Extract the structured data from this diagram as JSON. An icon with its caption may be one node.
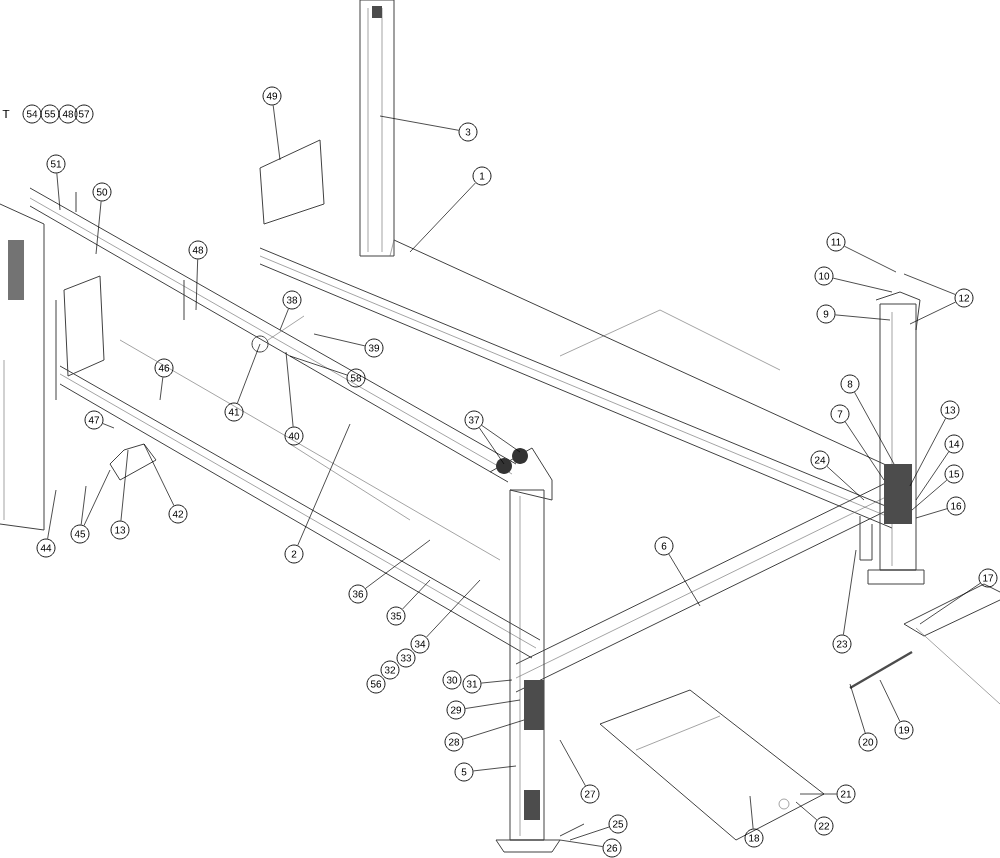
{
  "diagram": {
    "nodes": [
      {
        "text": [
          "49"
        ]
      },
      {
        "text": [
          "3"
        ]
      },
      {
        "text": [
          "51"
        ]
      },
      {
        "text": [
          "1"
        ]
      },
      {
        "text": [
          "50"
        ]
      },
      {
        "text": [
          "11"
        ]
      },
      {
        "text": [
          "48"
        ]
      },
      {
        "text": [
          "10"
        ]
      },
      {
        "text": [
          "12"
        ]
      },
      {
        "text": [
          "38"
        ]
      },
      {
        "text": [
          "9"
        ]
      },
      {
        "text": [
          "39"
        ]
      },
      {
        "text": [
          "46"
        ]
      },
      {
        "text": [
          "58"
        ]
      },
      {
        "text": [
          "8"
        ]
      },
      {
        "text": [
          "13"
        ]
      },
      {
        "text": [
          "41"
        ]
      },
      {
        "text": [
          "7"
        ]
      },
      {
        "text": [
          "37"
        ]
      },
      {
        "text": [
          "47"
        ]
      },
      {
        "text": [
          "40"
        ]
      },
      {
        "text": [
          "14"
        ]
      },
      {
        "text": [
          "24"
        ]
      },
      {
        "text": [
          "15"
        ]
      },
      {
        "text": [
          "16"
        ]
      },
      {
        "text": [
          "42"
        ]
      },
      {
        "text": [
          "13"
        ]
      },
      {
        "text": [
          "45"
        ]
      },
      {
        "text": [
          "6"
        ]
      },
      {
        "text": [
          "44"
        ]
      },
      {
        "text": [
          "2"
        ]
      },
      {
        "text": [
          "17"
        ]
      },
      {
        "text": [
          "36"
        ]
      },
      {
        "text": [
          "35"
        ]
      },
      {
        "text": [
          "34"
        ]
      },
      {
        "text": [
          "23"
        ]
      },
      {
        "text": [
          "31"
        ]
      },
      {
        "text": [
          "29"
        ]
      },
      {
        "text": [
          "19"
        ]
      },
      {
        "text": [
          "20"
        ]
      },
      {
        "text": [
          "28"
        ]
      },
      {
        "text": [
          "5"
        ]
      },
      {
        "text": [
          "21"
        ]
      },
      {
        "text": [
          "27"
        ]
      },
      {
        "text": [
          "25"
        ]
      },
      {
        "text": [
          "22"
        ]
      },
      {
        "text": [
          "18"
        ]
      },
      {
        "text": [
          "26"
        ]
      }
    ],
    "edges": [
      {
        "from": 0,
        "to": null,
        "arrow": "none"
      },
      {
        "from": 1,
        "to": null,
        "arrow": "none"
      },
      {
        "from": 2,
        "to": null,
        "arrow": "none"
      },
      {
        "from": 3,
        "to": null,
        "arrow": "none"
      },
      {
        "from": 4,
        "to": null,
        "arrow": "none"
      },
      {
        "from": 5,
        "to": null,
        "arrow": "none"
      },
      {
        "from": 6,
        "to": null,
        "arrow": "none"
      },
      {
        "from": 7,
        "to": null,
        "arrow": "none"
      },
      {
        "from": 8,
        "to": null,
        "arrow": "none"
      },
      {
        "from": 8,
        "to": null,
        "arrow": "none"
      },
      {
        "from": 9,
        "to": null,
        "arrow": "none"
      },
      {
        "from": 10,
        "to": null,
        "arrow": "none"
      },
      {
        "from": 11,
        "to": null,
        "arrow": "none"
      },
      {
        "from": 12,
        "to": null,
        "arrow": "none"
      },
      {
        "from": 13,
        "to": null,
        "arrow": "none"
      },
      {
        "from": 14,
        "to": null,
        "arrow": "none"
      },
      {
        "from": 15,
        "to": null,
        "arrow": "none"
      },
      {
        "from": 16,
        "to": null,
        "arrow": "none"
      },
      {
        "from": 17,
        "to": null,
        "arrow": "none"
      },
      {
        "from": 18,
        "to": null,
        "arrow": "none"
      },
      {
        "from": 18,
        "to": null,
        "arrow": "none"
      },
      {
        "from": 19,
        "to": null,
        "arrow": "none"
      },
      {
        "from": 20,
        "to": null,
        "arrow": "none"
      },
      {
        "from": 21,
        "to": null,
        "arrow": "none"
      },
      {
        "from": 22,
        "to": null,
        "arrow": "none"
      },
      {
        "from": 23,
        "to": null,
        "arrow": "none"
      },
      {
        "from": 24,
        "to": null,
        "arrow": "none"
      },
      {
        "from": 25,
        "to": null,
        "arrow": "none"
      },
      {
        "from": 26,
        "to": null,
        "arrow": "none"
      },
      {
        "from": 27,
        "to": null,
        "arrow": "none"
      },
      {
        "from": 27,
        "to": null,
        "arrow": "none"
      },
      {
        "from": 28,
        "to": null,
        "arrow": "none"
      },
      {
        "from": 29,
        "to": null,
        "arrow": "none"
      },
      {
        "from": 30,
        "to": null,
        "arrow": "none"
      },
      {
        "from": 31,
        "to": null,
        "arrow": "none"
      },
      {
        "from": 32,
        "to": null,
        "arrow": "none"
      },
      {
        "from": 33,
        "to": null,
        "arrow": "none"
      },
      {
        "from": 34,
        "to": null,
        "arrow": "none"
      },
      {
        "from": 35,
        "to": null,
        "arrow": "none"
      },
      {
        "from": 36,
        "to": null,
        "arrow": "none"
      },
      {
        "from": 37,
        "to": null,
        "arrow": "none"
      },
      {
        "from": 38,
        "to": null,
        "arrow": "none"
      },
      {
        "from": 39,
        "to": null,
        "arrow": "none"
      },
      {
        "from": 40,
        "to": null,
        "arrow": "none"
      },
      {
        "from": 41,
        "to": null,
        "arrow": "none"
      },
      {
        "from": 42,
        "to": null,
        "arrow": "none"
      },
      {
        "from": 43,
        "to": null,
        "arrow": "none"
      },
      {
        "from": 44,
        "to": null,
        "arrow": "none"
      },
      {
        "from": 45,
        "to": null,
        "arrow": "none"
      },
      {
        "from": 46,
        "to": null,
        "arrow": "none"
      },
      {
        "from": 47,
        "to": null,
        "arrow": "none"
      }
    ],
    "labels": [
      "T",
      "54",
      "55",
      "48",
      "57",
      "33",
      "32",
      "30",
      "56"
    ]
  }
}
